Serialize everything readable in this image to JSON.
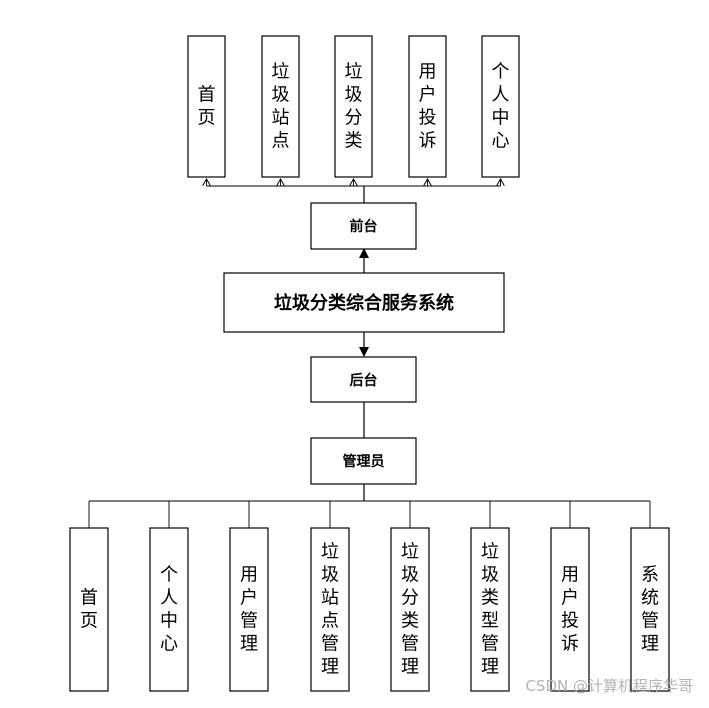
{
  "system": {
    "title": "垃圾分类综合服务系统"
  },
  "frontend": {
    "label": "前台",
    "modules": [
      "首页",
      "垃圾站点",
      "垃圾分类",
      "用户投诉",
      "个人中心"
    ]
  },
  "backend": {
    "label": "后台",
    "admin_label": "管理员",
    "modules": [
      "首页",
      "个人中心",
      "用户管理",
      "垃圾站点管理",
      "垃圾分类管理",
      "垃圾类型管理",
      "用户投诉",
      "系统管理"
    ]
  },
  "watermark": "CSDN @计算机程序华哥"
}
